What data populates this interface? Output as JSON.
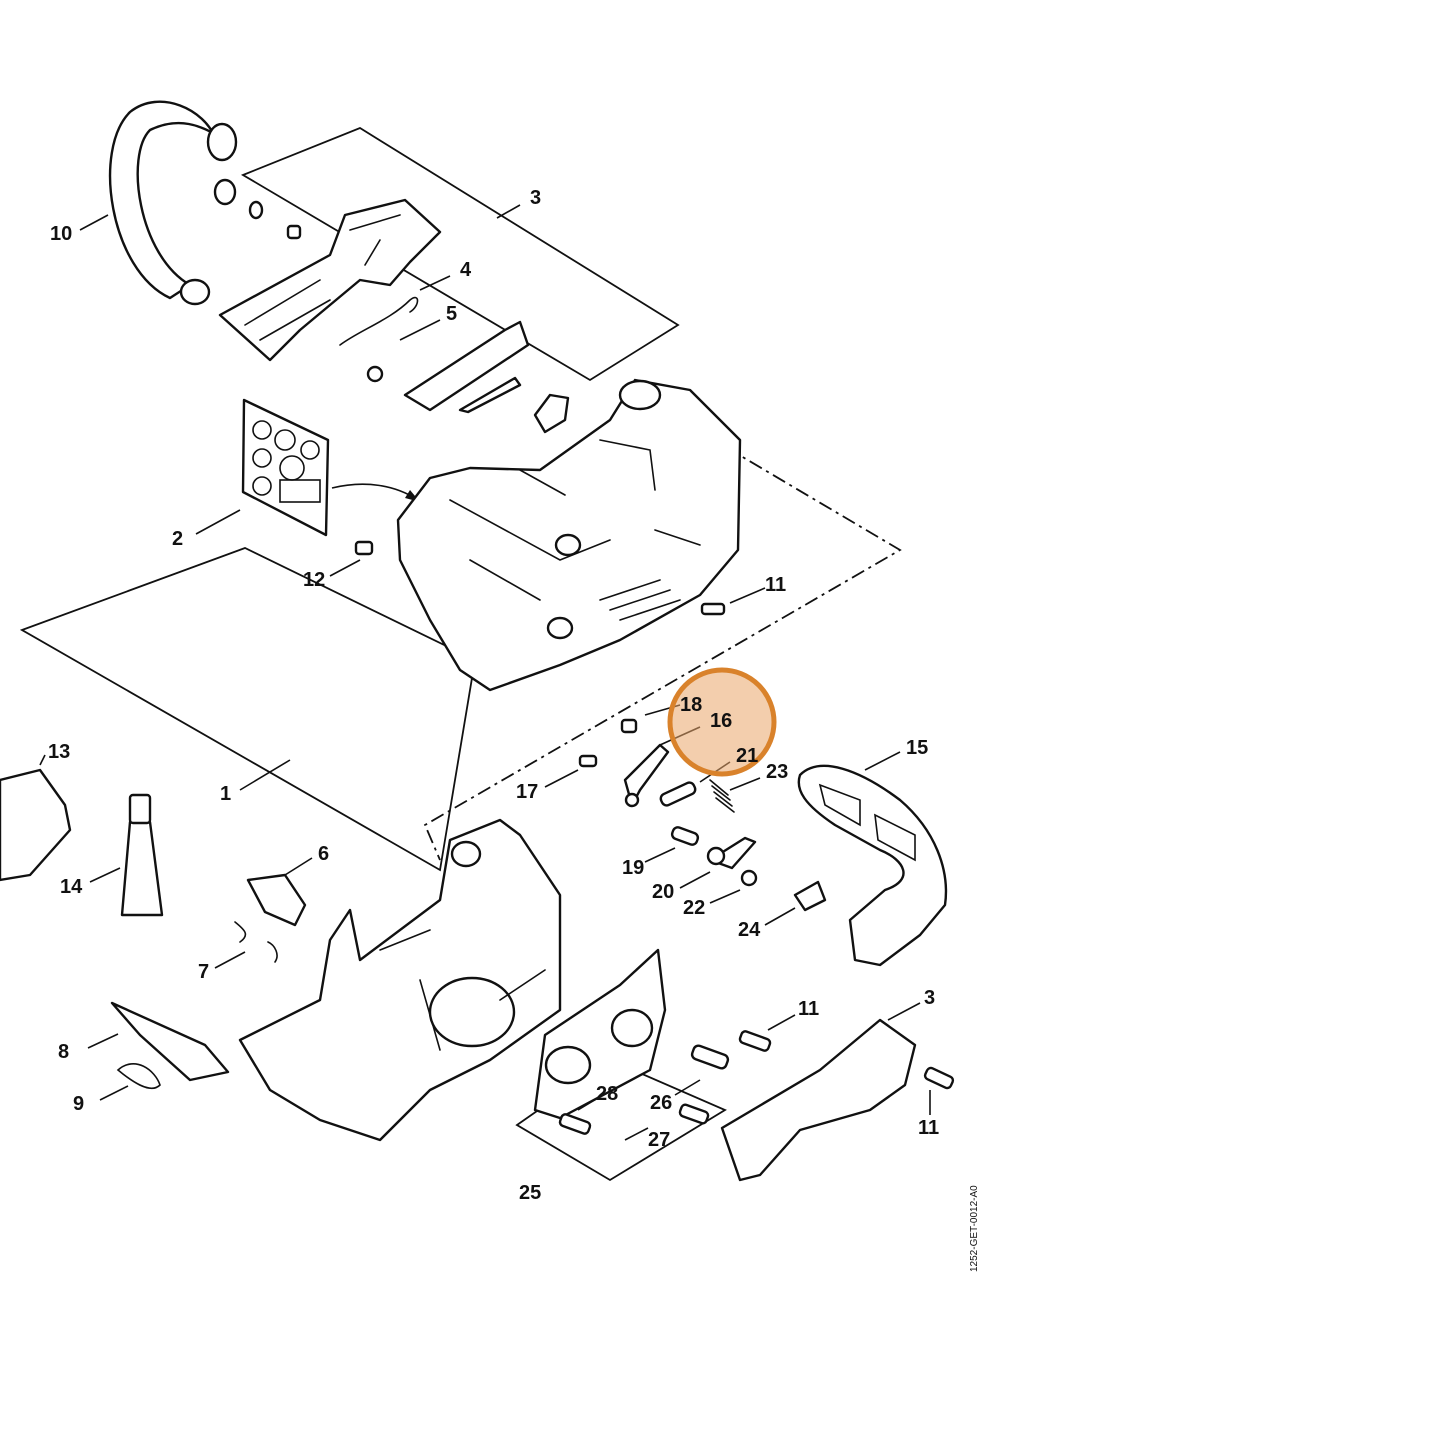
{
  "diagram": {
    "drawing_code": "1252-GET-0012-A0",
    "highlight_color": "#d9822b",
    "callouts": [
      "1",
      "2",
      "3",
      "3",
      "4",
      "5",
      "6",
      "7",
      "8",
      "9",
      "10",
      "11",
      "11",
      "11",
      "12",
      "13",
      "14",
      "15",
      "16",
      "17",
      "18",
      "19",
      "20",
      "21",
      "22",
      "23",
      "24",
      "25",
      "26",
      "27",
      "28"
    ]
  }
}
